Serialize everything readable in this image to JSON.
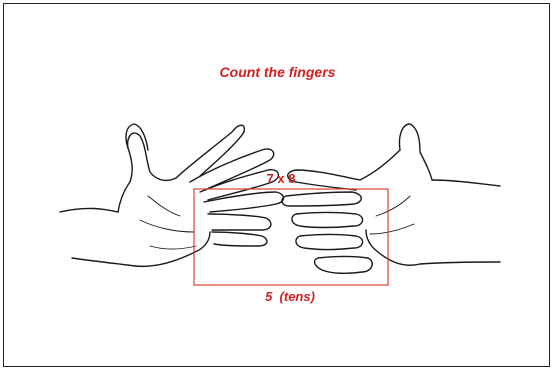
{
  "title": "Count the fingers",
  "multiplication": "7 x 8",
  "result_label": "5  (tens)",
  "colors": {
    "accent": "#d31f1f",
    "ink": "#1a1a1a",
    "box": "#d7452f"
  },
  "icons": {
    "left_hand": "left-hand-icon",
    "right_hand": "right-hand-icon"
  }
}
